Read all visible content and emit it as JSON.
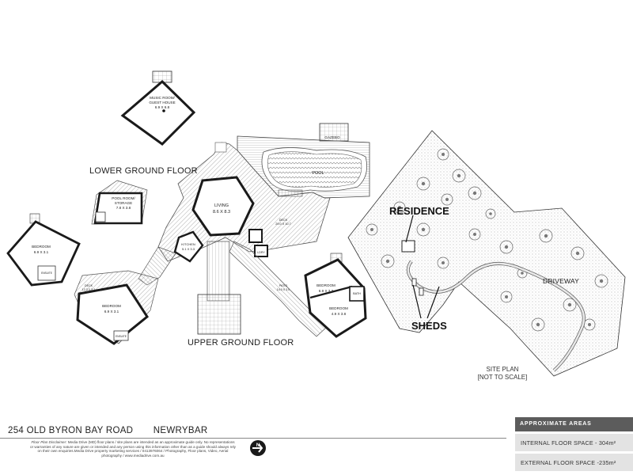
{
  "labels": {
    "lower_ground_floor": "LOWER GROUND FLOOR",
    "upper_ground_floor": "UPPER GROUND FLOOR",
    "residence": "RESIDENCE",
    "sheds": "SHEDS",
    "driveway": "DRIVEWAY",
    "site_plan": "SITE PLAN",
    "not_to_scale": "[NOT TO SCALE]"
  },
  "rooms": {
    "music_room": "MUSIC ROOM/",
    "guest_house": "GUEST HOUSE",
    "music_dims": "6.9 X 6.8",
    "gazebo": "GAZEBO",
    "pool": "POOL",
    "pool_room": "POOL ROOM/",
    "storage": "STORAGE",
    "pool_room_dims": "7.8 X 3.8",
    "living": "LIVING",
    "living_dims": "8.6 X 8.3",
    "deck": "DECK",
    "deck_dims": "29.0 X 10.7",
    "kitchen": "KITCHEN",
    "kitchen_dims": "5.1 X 3.3",
    "laundry": "LDRY",
    "bedroom_west": "BEDROOM",
    "bedroom_west_dims": "6.9 X 3.1",
    "ensuite": "ENSUITE",
    "deck2": "DECK",
    "deck2_dims": "12.3 X 3.2",
    "bedroom_mid": "BEDROOM",
    "bedroom_mid_dims": "6.9 X 3.1",
    "patio": "PATIO",
    "patio_dims": "14.0 X 3.0",
    "bedroom_e1": "BEDROOM",
    "bedroom_e1_dims": "6.9 X 3.3",
    "bedroom_e2": "BEDROOM",
    "bedroom_e2_dims": "4.9 X 3.8",
    "bath": "BATH"
  },
  "footer": {
    "address": "254 OLD BYRON BAY ROAD",
    "suburb": "NEWRYBAR",
    "disclaimer_title": "Floor Plan Disclaimer:",
    "disclaimer_text": "Media Drive (MD) floor plans / site plans are intended as an approximate guide only. No representations or warranties of any nature are given or intended and any person using this information other than as a guide should always rely on their own enquiries.Media Drive property marketing services / 0413976064 / Photography, Floor plans, Video, Aerial photography / www.mediadrive.com.au"
  },
  "areas": {
    "header": "APPROXIMATE AREAS",
    "internal": "INTERNAL FLOOR SPACE - 304m²",
    "external": "EXTERNAL FLOOR SPACE -235m²"
  },
  "colors": {
    "hatch": "#9a9a9a",
    "wall": "#1a1a1a",
    "panel_header": "#5c5c5c",
    "panel_row": "#e3e3e3"
  },
  "icons": {
    "north_arrow": "north-arrow-icon"
  }
}
